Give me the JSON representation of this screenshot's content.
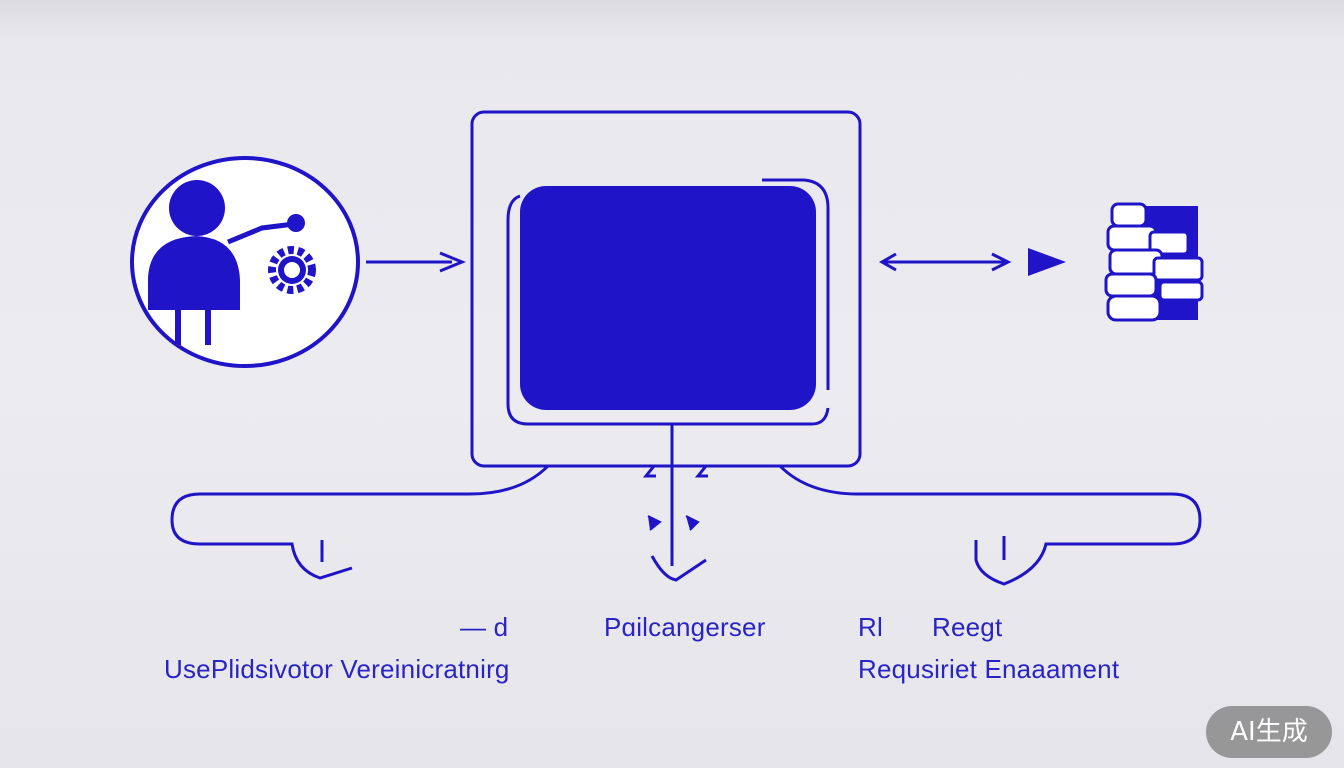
{
  "labels": {
    "left_line1": "— d",
    "left_line2": "UsePlidsivotor Vereinicratnirg",
    "center_line1": "Pɑilcangerser",
    "center_extra": "Rl",
    "right_line1": "Reegt",
    "right_line2": "Requsiriet Enaaament"
  },
  "badge": {
    "text": "AI生成"
  },
  "icons": {
    "left": "user-gear-icon",
    "center": "monitor-icon",
    "right": "stacked-boxes-icon"
  },
  "colors": {
    "accent": "#1f14c8",
    "background": "#e8e8ec",
    "badge": "#7a7a7a"
  }
}
